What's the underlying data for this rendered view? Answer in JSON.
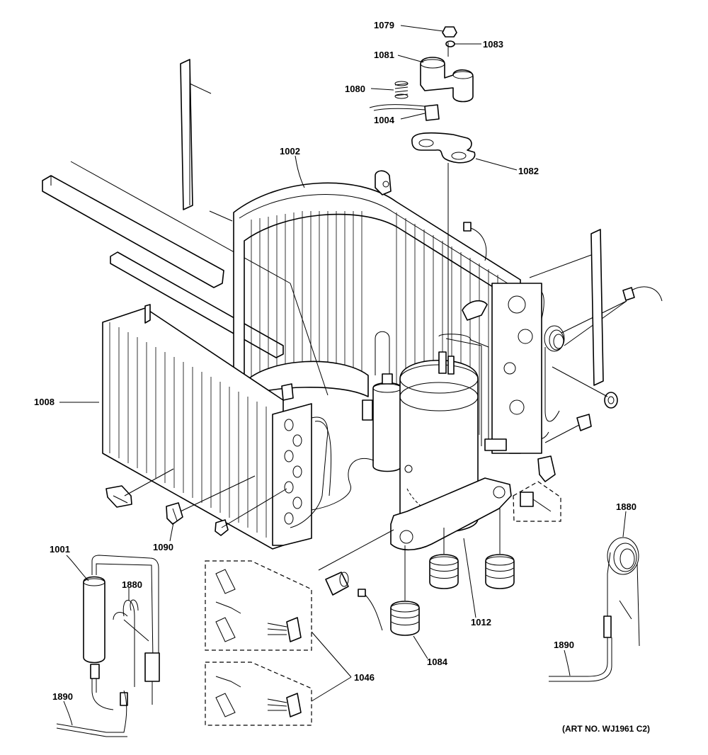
{
  "part_labels": {
    "p1079": "1079",
    "p1083": "1083",
    "p1081": "1081",
    "p1080": "1080",
    "p1004": "1004",
    "p1082": "1082",
    "p1002": "1002",
    "p1008": "1008",
    "p1090": "1090",
    "p1001": "1001",
    "p1880a": "1880",
    "p1880b": "1880",
    "p1890a": "1890",
    "p1890b": "1890",
    "p1046": "1046",
    "p1084": "1084",
    "p1012": "1012"
  },
  "art_number": "(ART NO. WJ1961 C2)"
}
